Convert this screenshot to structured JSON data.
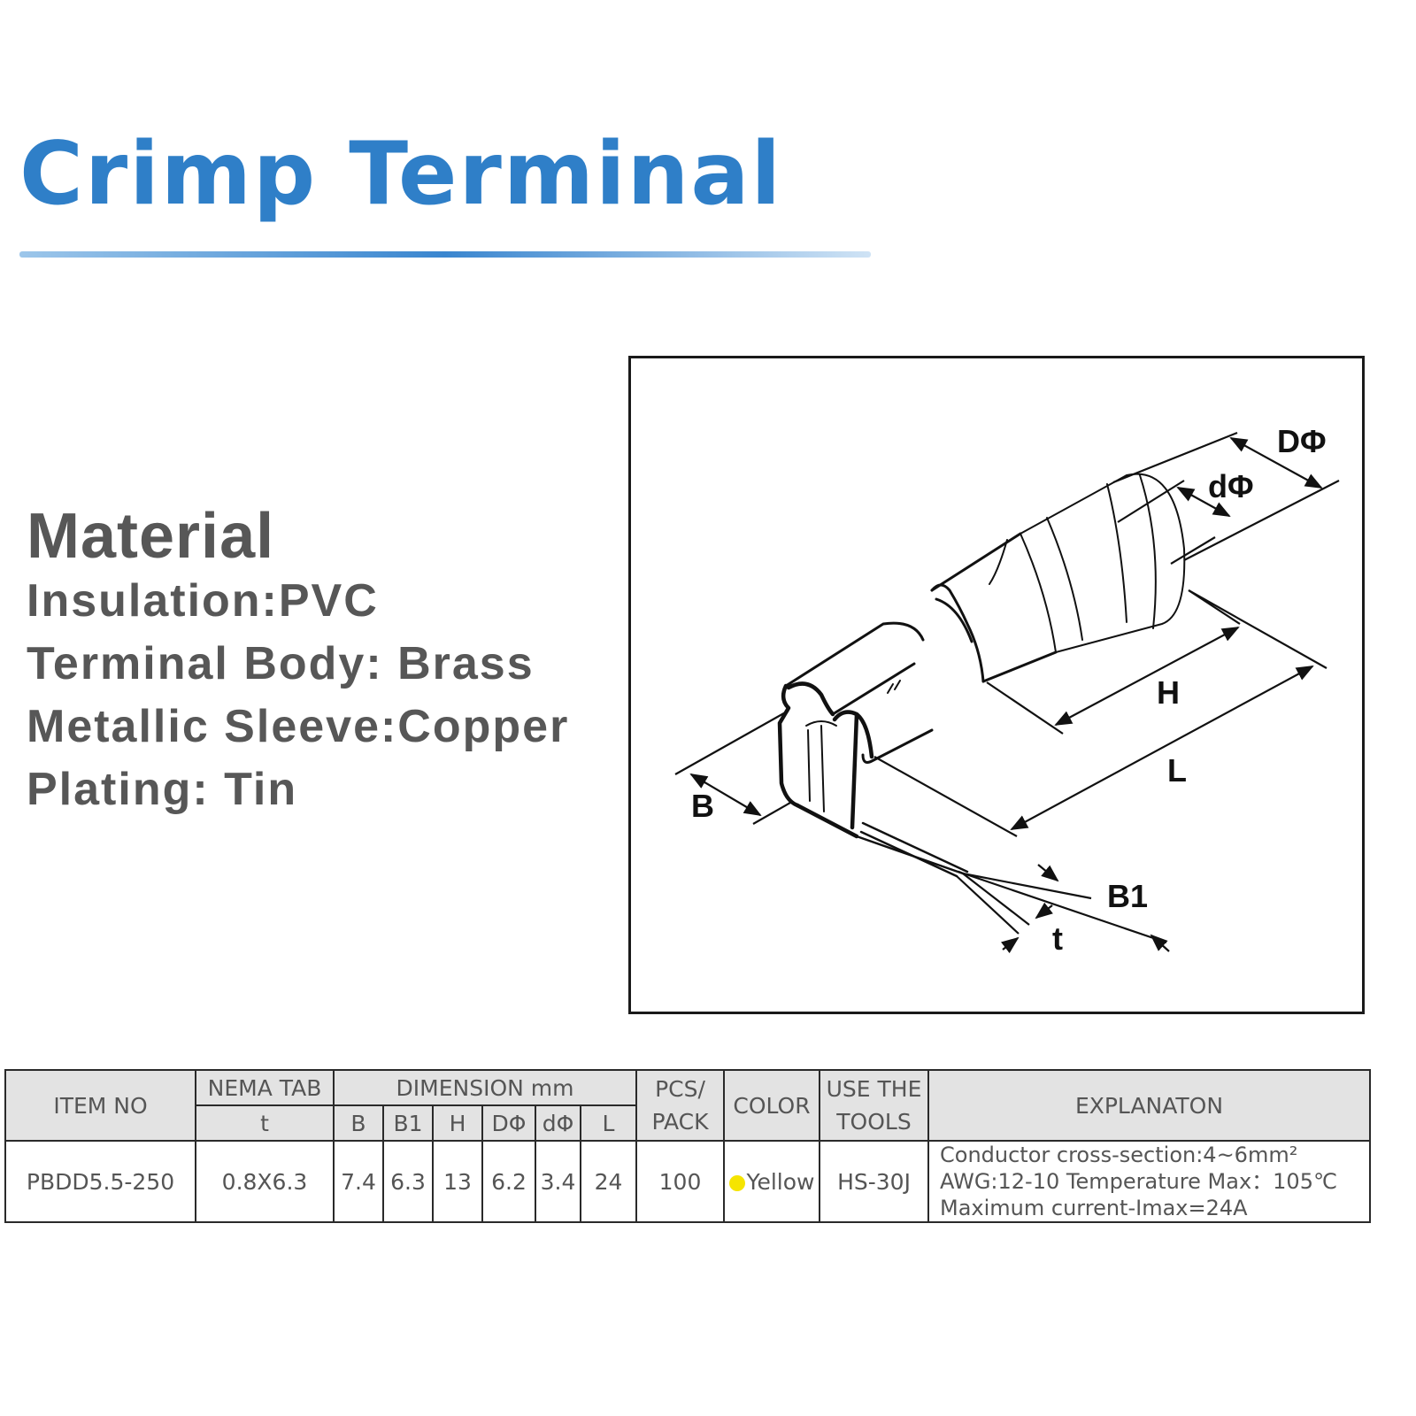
{
  "title": "Crimp Terminal",
  "material": {
    "heading": "Material",
    "lines": [
      "Insulation:PVC",
      "Terminal Body: Brass",
      "Metallic Sleeve:Copper",
      "Plating: Tin"
    ]
  },
  "diagram": {
    "labels": {
      "D": "DΦ",
      "d": "dΦ",
      "H": "H",
      "L": "L",
      "B": "B",
      "B1": "B1",
      "t": "t"
    }
  },
  "table": {
    "headers": {
      "item_no": "ITEM NO",
      "nema_tab": "NEMA TAB",
      "nema_sub": "t",
      "dimension": "DIMENSION mm",
      "dims": [
        "B",
        "B1",
        "H",
        "DΦ",
        "dΦ",
        "L"
      ],
      "pcs_line1": "PCS/",
      "pcs_line2": "PACK",
      "color": "COLOR",
      "tools_line1": "USE THE",
      "tools_line2": "TOOLS",
      "explanation": "EXPLANATON"
    },
    "row": {
      "item_no": "PBDD5.5-250",
      "nema_tab": "0.8X6.3",
      "dims": [
        "7.4",
        "6.3",
        "13",
        "6.2",
        "3.4",
        "24"
      ],
      "pcs": "100",
      "color_name": "Yellow",
      "color_hex": "#f5e400",
      "tools": "HS-30J",
      "explanation": [
        "Conductor cross-section:4~6mm²",
        "AWG:12-10 Temperature Max：105℃",
        "Maximum current-Imax=24A"
      ]
    }
  }
}
